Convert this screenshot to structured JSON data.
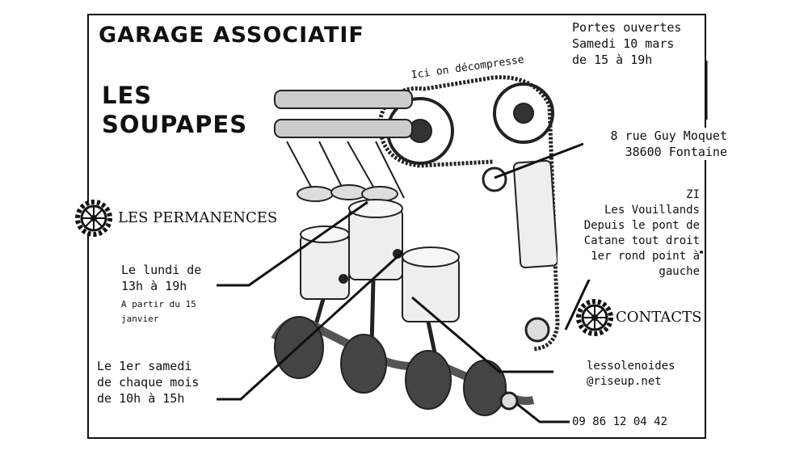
{
  "title": {
    "line1": "GARAGE ASSOCIATIF",
    "line2a": "LES",
    "line2b": "SOUPAPES"
  },
  "annotation": "Ici on décompresse",
  "open_day": {
    "line1": "Portes ouvertes",
    "line2": "Samedi 10 mars",
    "line3": "de 15 à 19h"
  },
  "address": {
    "line1": "8 rue Guy Moquet",
    "line2": "38600 Fontaine"
  },
  "directions": {
    "line1": "ZI",
    "line2": "Les Vouillands",
    "line3": "Depuis le pont de",
    "line4": "Catane tout droit",
    "line5": "1er rond point à",
    "line6": "gauche"
  },
  "permanences": {
    "heading": "LES PERMANENCES",
    "monday_line1": "Le lundi de",
    "monday_line2": "13h à 19h",
    "monday_note1": "A partir du 15",
    "monday_note2": "janvier",
    "saturday_line1": "Le 1er samedi",
    "saturday_line2": "de chaque mois",
    "saturday_line3": "de 10h à 15h"
  },
  "contacts": {
    "heading": "CONTACTS",
    "email_line1": "lessolenoides",
    "email_line2": "@riseup.net",
    "phone": "09 86 12 04 42"
  },
  "icons": [
    "gear-icon-permanences",
    "gear-icon-contacts",
    "engine-illustration"
  ]
}
